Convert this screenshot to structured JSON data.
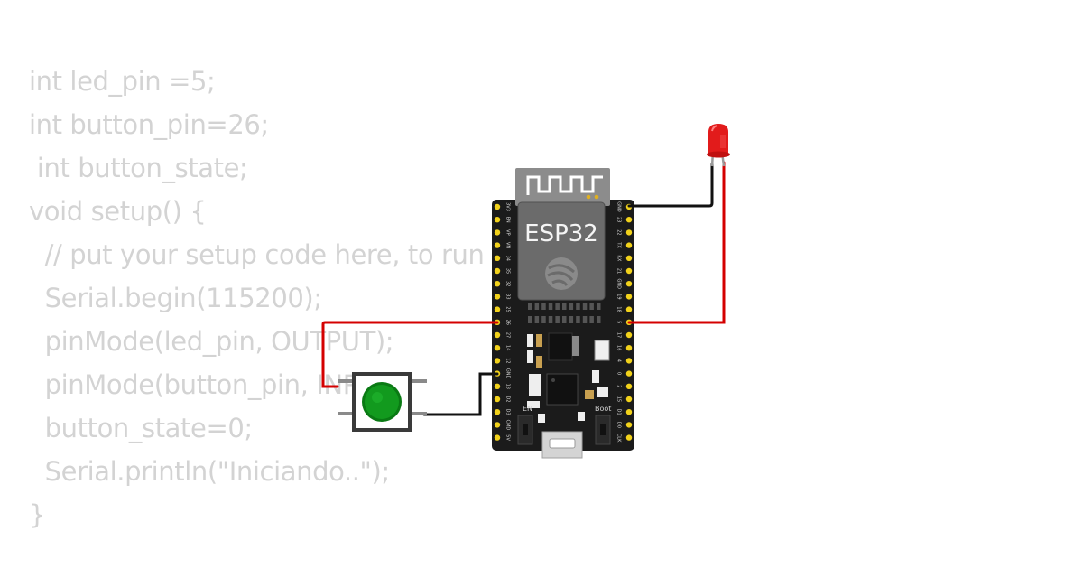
{
  "code": {
    "lines": [
      "int led_pin =5;",
      "int button_pin=26;",
      " int button_state;",
      "void setup() {",
      "  // put your setup code here, to run once:",
      "  Serial.begin(115200);",
      "  pinMode(led_pin, OUTPUT);",
      "  pinMode(button_pin, INPUT);",
      "  button_state=0;",
      "  Serial.println(\"Iniciando..\");",
      "}"
    ]
  },
  "board": {
    "name": "ESP32",
    "left_pins": [
      "3V3",
      "EN",
      "VP",
      "VN",
      "34",
      "35",
      "32",
      "33",
      "25",
      "26",
      "27",
      "14",
      "12",
      "GND",
      "13",
      "D2",
      "D3",
      "CMD",
      "5V"
    ],
    "right_pins": [
      "GND",
      "23",
      "22",
      "TX",
      "RX",
      "21",
      "GND",
      "19",
      "18",
      "5",
      "17",
      "16",
      "4",
      "0",
      "2",
      "15",
      "D1",
      "D0",
      "CLK"
    ],
    "en_label": "EN",
    "boot_label": "Boot"
  },
  "colors": {
    "wire_red": "#d40000",
    "wire_black": "#111111",
    "board": "#1b1b1b",
    "pin_gold": "#f2d21b",
    "module": "#6b6b6b",
    "led": "#e21b1b",
    "button_cap": "#0a7a14",
    "code_text": "#d3d3d3"
  },
  "icons": {
    "esp_logo": "espressif-logo-icon",
    "led": "led-icon",
    "button": "pushbutton-icon",
    "usb": "micro-usb-icon"
  }
}
